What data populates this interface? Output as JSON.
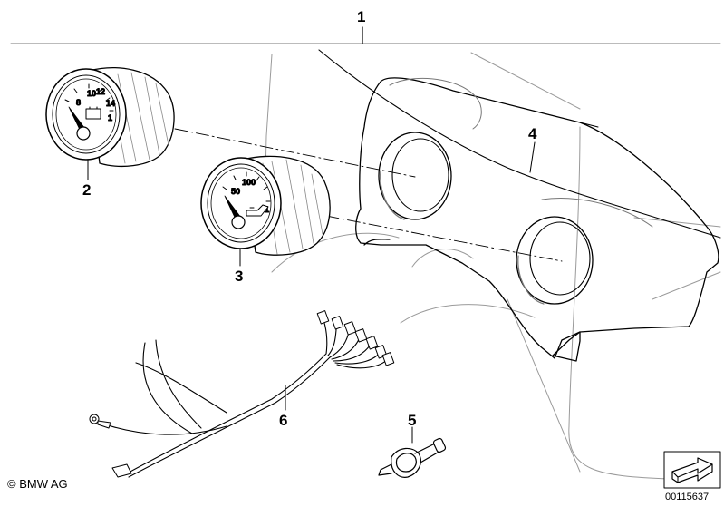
{
  "callouts": {
    "c1": "1",
    "c2": "2",
    "c3": "3",
    "c4": "4",
    "c5": "5",
    "c6": "6"
  },
  "gauge_voltage": {
    "ticks": [
      "8",
      "10",
      "12",
      "14",
      "1"
    ]
  },
  "gauge_oil": {
    "ticks": [
      "50",
      "100",
      "1"
    ]
  },
  "footer": {
    "copyright": "© BMW AG",
    "image_id": "00115637"
  },
  "icons": [
    "arrow-box-icon",
    "battery-icon",
    "oil-can-icon"
  ],
  "colors": {
    "line": "#000000",
    "shade": "#9a9a9a",
    "background": "#ffffff"
  }
}
